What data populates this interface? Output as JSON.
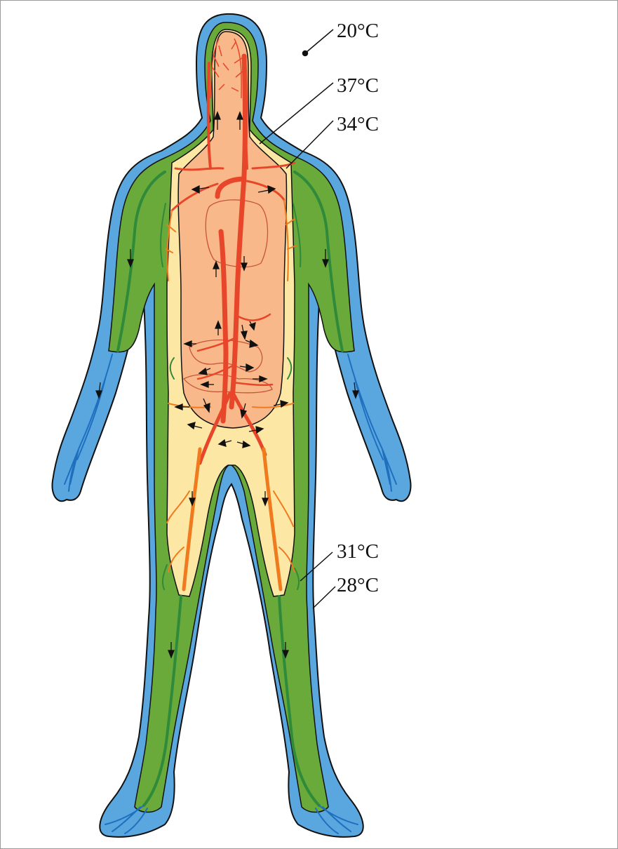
{
  "diagram": {
    "labels": {
      "ambient": "20°C",
      "core": "37°C",
      "inner_shell": "34°C",
      "middle_shell": "31°C",
      "outer_shell": "28°C"
    },
    "colors": {
      "outer_zone": "#5aa7e0",
      "middle_zone": "#6aaa3a",
      "inner_zone": "#fde7a5",
      "core_zone": "#f8b889",
      "artery": "#e8462a",
      "artery_peripheral": "#f07a1e",
      "vein": "#2f8a3a",
      "vein_blue": "#1f6fbf",
      "outline": "#111111"
    }
  }
}
